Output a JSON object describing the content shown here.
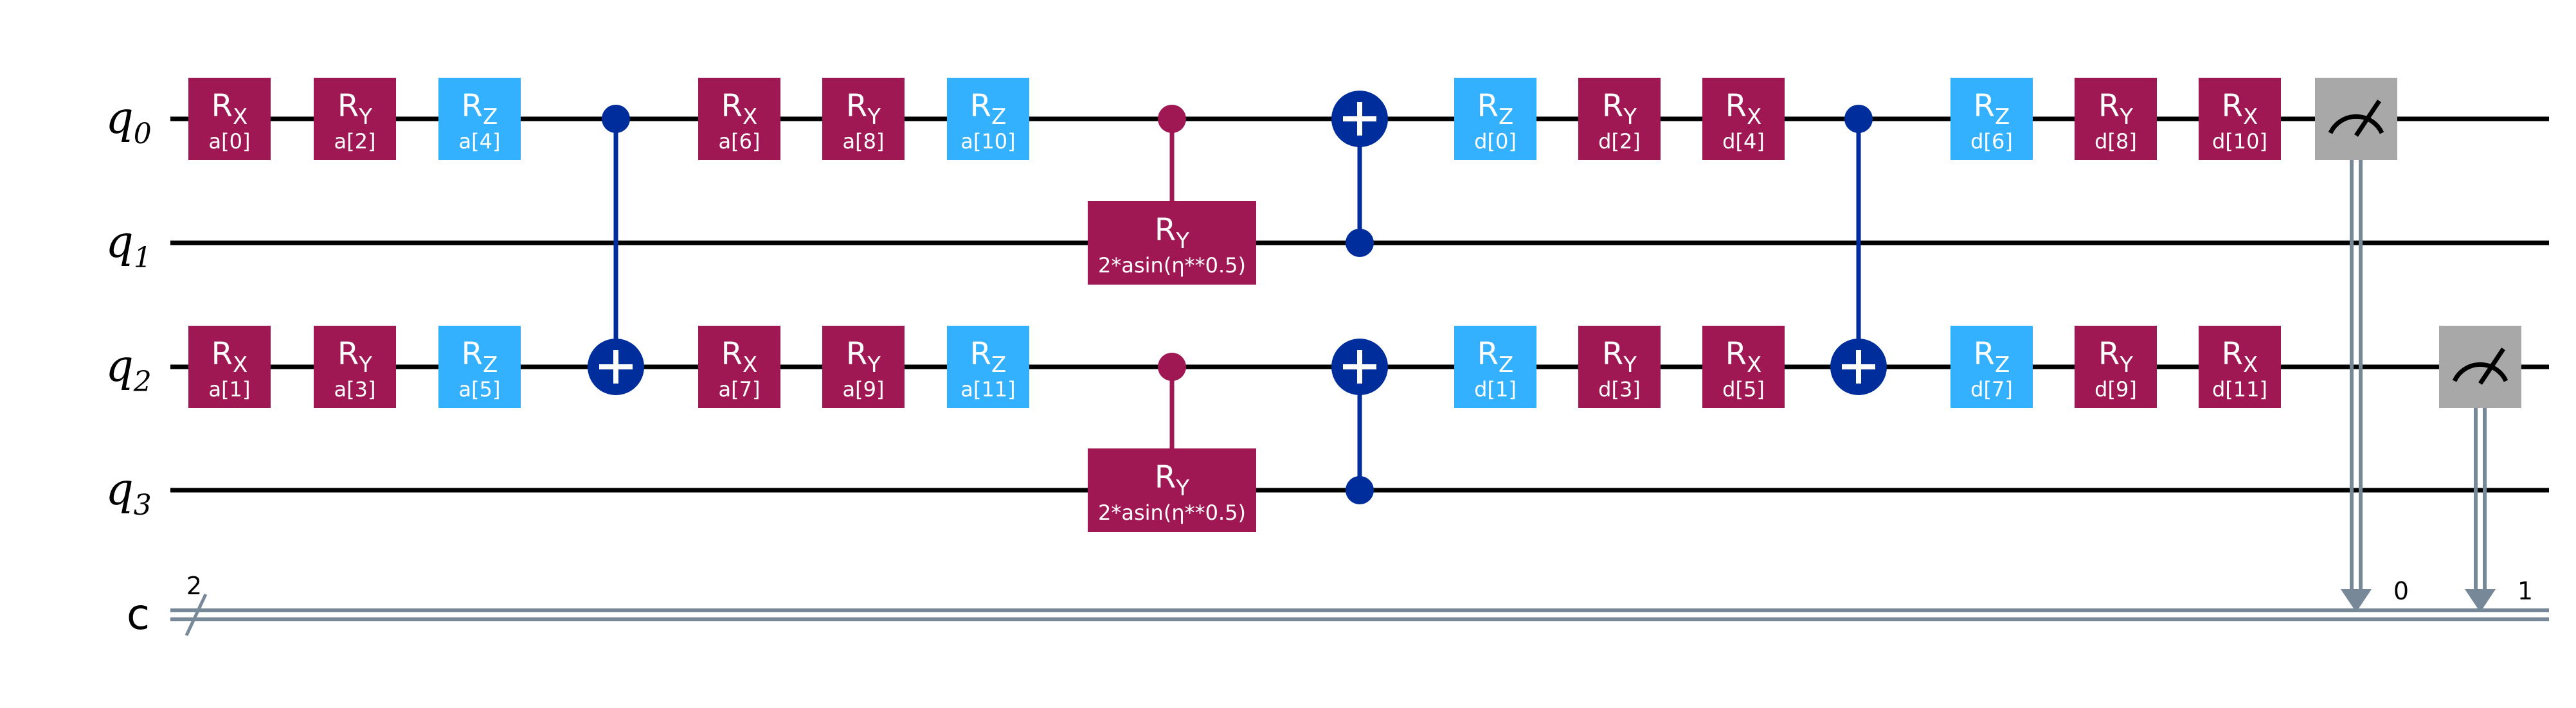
{
  "colors": {
    "rx_ry": "#9f1853",
    "rz": "#33b1ff",
    "cnot": "#002d9c",
    "measure": "#a8a8a8",
    "classical_wire": "#778899",
    "wire": "#000000",
    "text_on_gate": "#ffffff"
  },
  "qubits": [
    {
      "name": "q",
      "index": "0"
    },
    {
      "name": "q",
      "index": "1"
    },
    {
      "name": "q",
      "index": "2"
    },
    {
      "name": "q",
      "index": "3"
    }
  ],
  "classical_register": {
    "name": "c",
    "size": "2",
    "bits": [
      "0",
      "1"
    ]
  },
  "columns": [
    {
      "gates": [
        {
          "type": "single",
          "label": "R",
          "sub": "X",
          "param": "a[0]",
          "qubit": 0
        },
        {
          "type": "single",
          "label": "R",
          "sub": "X",
          "param": "a[1]",
          "qubit": 2
        }
      ]
    },
    {
      "gates": [
        {
          "type": "single",
          "label": "R",
          "sub": "Y",
          "param": "a[2]",
          "qubit": 0
        },
        {
          "type": "single",
          "label": "R",
          "sub": "Y",
          "param": "a[3]",
          "qubit": 2
        }
      ]
    },
    {
      "gates": [
        {
          "type": "single",
          "label": "R",
          "sub": "Z",
          "param": "a[4]",
          "qubit": 0
        },
        {
          "type": "single",
          "label": "R",
          "sub": "Z",
          "param": "a[5]",
          "qubit": 2
        }
      ]
    },
    {
      "gates": [
        {
          "type": "cx",
          "control": 0,
          "target": 2
        }
      ]
    },
    {
      "gates": [
        {
          "type": "single",
          "label": "R",
          "sub": "X",
          "param": "a[6]",
          "qubit": 0
        },
        {
          "type": "single",
          "label": "R",
          "sub": "X",
          "param": "a[7]",
          "qubit": 2
        }
      ]
    },
    {
      "gates": [
        {
          "type": "single",
          "label": "R",
          "sub": "Y",
          "param": "a[8]",
          "qubit": 0
        },
        {
          "type": "single",
          "label": "R",
          "sub": "Y",
          "param": "a[9]",
          "qubit": 2
        }
      ]
    },
    {
      "gates": [
        {
          "type": "single",
          "label": "R",
          "sub": "Z",
          "param": "a[10]",
          "qubit": 0
        },
        {
          "type": "single",
          "label": "R",
          "sub": "Z",
          "param": "a[11]",
          "qubit": 2
        }
      ]
    },
    {
      "gates": [
        {
          "type": "cry",
          "control": 0,
          "target": 1,
          "label": "R",
          "sub": "Y",
          "param": "2*asin(η**0.5)"
        },
        {
          "type": "cry",
          "control": 2,
          "target": 3,
          "label": "R",
          "sub": "Y",
          "param": "2*asin(η**0.5)"
        }
      ]
    },
    {
      "gates": [
        {
          "type": "cx",
          "control": 1,
          "target": 0
        },
        {
          "type": "cx",
          "control": 3,
          "target": 2
        }
      ]
    },
    {
      "gates": [
        {
          "type": "single",
          "label": "R",
          "sub": "Z",
          "param": "d[0]",
          "qubit": 0
        },
        {
          "type": "single",
          "label": "R",
          "sub": "Z",
          "param": "d[1]",
          "qubit": 2
        }
      ]
    },
    {
      "gates": [
        {
          "type": "single",
          "label": "R",
          "sub": "Y",
          "param": "d[2]",
          "qubit": 0
        },
        {
          "type": "single",
          "label": "R",
          "sub": "Y",
          "param": "d[3]",
          "qubit": 2
        }
      ]
    },
    {
      "gates": [
        {
          "type": "single",
          "label": "R",
          "sub": "X",
          "param": "d[4]",
          "qubit": 0
        },
        {
          "type": "single",
          "label": "R",
          "sub": "X",
          "param": "d[5]",
          "qubit": 2
        }
      ]
    },
    {
      "gates": [
        {
          "type": "cx",
          "control": 0,
          "target": 2
        }
      ]
    },
    {
      "gates": [
        {
          "type": "single",
          "label": "R",
          "sub": "Z",
          "param": "d[6]",
          "qubit": 0
        },
        {
          "type": "single",
          "label": "R",
          "sub": "Z",
          "param": "d[7]",
          "qubit": 2
        }
      ]
    },
    {
      "gates": [
        {
          "type": "single",
          "label": "R",
          "sub": "Y",
          "param": "d[8]",
          "qubit": 0
        },
        {
          "type": "single",
          "label": "R",
          "sub": "Y",
          "param": "d[9]",
          "qubit": 2
        }
      ]
    },
    {
      "gates": [
        {
          "type": "single",
          "label": "R",
          "sub": "X",
          "param": "d[10]",
          "qubit": 0
        },
        {
          "type": "single",
          "label": "R",
          "sub": "X",
          "param": "d[11]",
          "qubit": 2
        }
      ]
    },
    {
      "gates": [
        {
          "type": "measure",
          "qubit": 0,
          "clbit": 0
        }
      ]
    },
    {
      "gates": [
        {
          "type": "measure",
          "qubit": 2,
          "clbit": 1
        }
      ]
    }
  ]
}
